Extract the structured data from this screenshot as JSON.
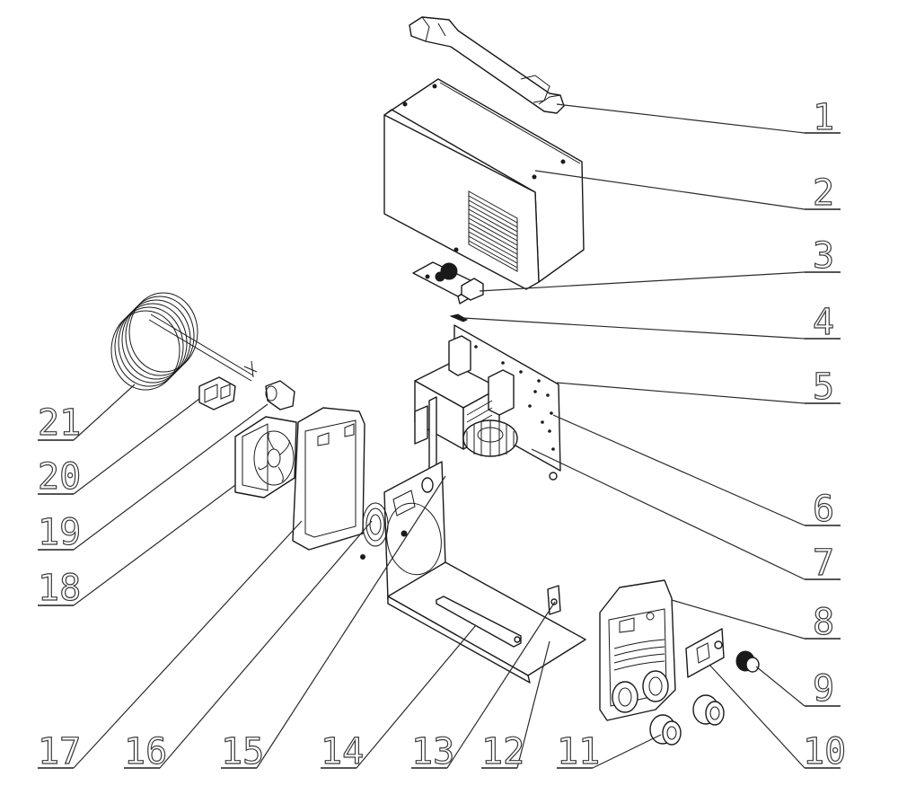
{
  "diagram": {
    "title": "Exploded parts view",
    "line_color": "#1a1a1a",
    "background": "#ffffff",
    "callouts": [
      {
        "number": "1",
        "part": "handle"
      },
      {
        "number": "2",
        "part": "top-cover"
      },
      {
        "number": "3",
        "part": "small-control-board"
      },
      {
        "number": "4",
        "part": "small-clip"
      },
      {
        "number": "5",
        "part": "main-pcb"
      },
      {
        "number": "6",
        "part": "transformer-assembly"
      },
      {
        "number": "7",
        "part": "toroidal-inductor"
      },
      {
        "number": "8",
        "part": "front-panel"
      },
      {
        "number": "9",
        "part": "potentiometer-knob"
      },
      {
        "number": "10",
        "part": "front-control-board"
      },
      {
        "number": "11",
        "part": "output-terminal-socket"
      },
      {
        "number": "12",
        "part": "base-plate"
      },
      {
        "number": "13",
        "part": "mounting-bracket"
      },
      {
        "number": "14",
        "part": "support-bar"
      },
      {
        "number": "15",
        "part": "middle-panel"
      },
      {
        "number": "16",
        "part": "fan-guard"
      },
      {
        "number": "17",
        "part": "rear-panel-frame"
      },
      {
        "number": "18",
        "part": "cooling-fan"
      },
      {
        "number": "19",
        "part": "cable-gland"
      },
      {
        "number": "20",
        "part": "power-switch"
      },
      {
        "number": "21",
        "part": "power-cable"
      }
    ]
  }
}
